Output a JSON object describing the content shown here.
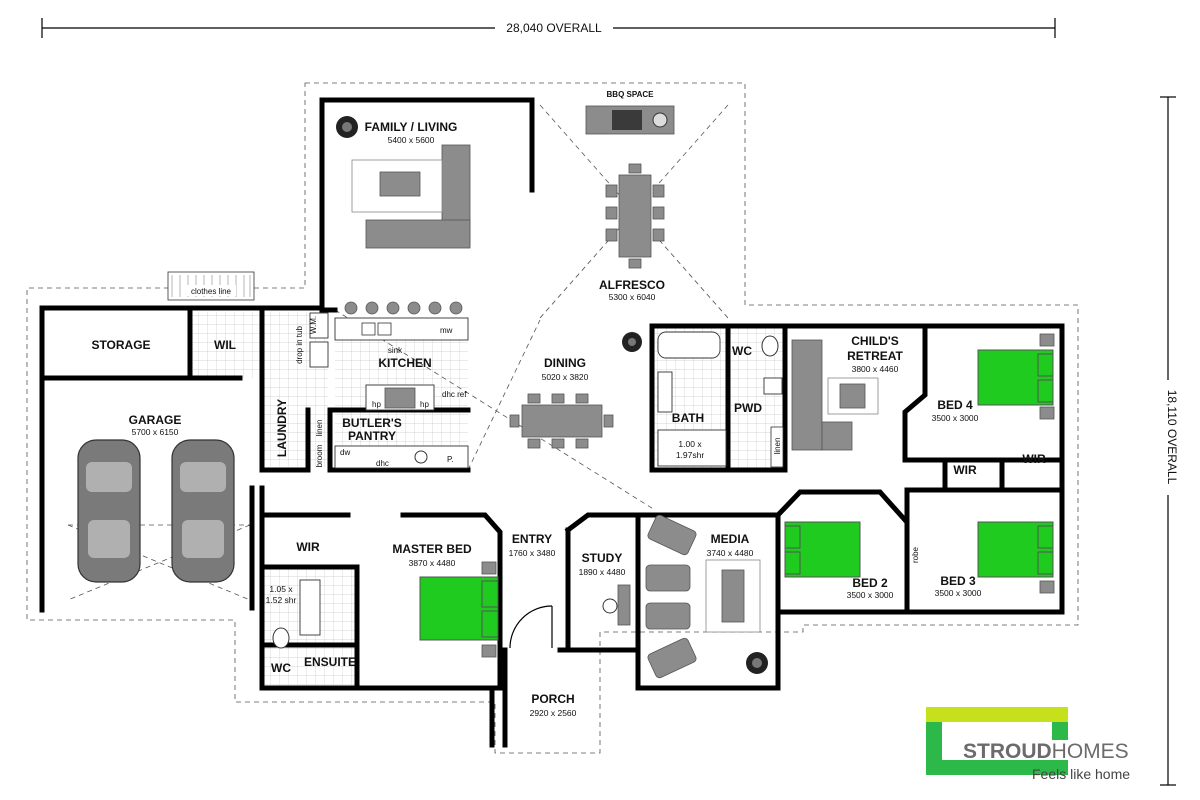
{
  "dimensions": {
    "overall_width": "28,040 OVERALL",
    "overall_depth": "18,110 OVERALL"
  },
  "rooms": {
    "family": {
      "name": "FAMILY / LIVING",
      "size": "5400 x 5600"
    },
    "alfresco": {
      "name": "ALFRESCO",
      "size": "5300 x 6040"
    },
    "bbq": {
      "name": "BBQ SPACE"
    },
    "storage": {
      "name": "STORAGE"
    },
    "wil": {
      "name": "WIL"
    },
    "garage": {
      "name": "GARAGE",
      "size": "5700 x 6150"
    },
    "laundry": {
      "name": "LAUNDRY"
    },
    "kitchen": {
      "name": "KITCHEN"
    },
    "pantry": {
      "name_line1": "BUTLER'S",
      "name_line2": "PANTRY"
    },
    "dining": {
      "name": "DINING",
      "size": "5020 x 3820"
    },
    "bath": {
      "name": "BATH",
      "shower_line1": "1.00 x",
      "shower_line2": "1.97shr"
    },
    "wc_main": {
      "name": "WC"
    },
    "pwd": {
      "name": "PWD"
    },
    "childs_retreat": {
      "name_line1": "CHILD'S",
      "name_line2": "RETREAT",
      "size": "3800 x 4460"
    },
    "bed4": {
      "name": "BED 4",
      "size": "3500 x 3000"
    },
    "wir_bed4": {
      "name": "WIR"
    },
    "wir_bed3": {
      "name": "WIR"
    },
    "bed2": {
      "name": "BED 2",
      "size": "3500 x 3000"
    },
    "bed3": {
      "name": "BED 3",
      "size": "3500 x 3000"
    },
    "robe": {
      "name": "robe"
    },
    "master": {
      "name": "MASTER BED",
      "size": "3870 x 4480"
    },
    "wir_master": {
      "name": "WIR"
    },
    "ensuite": {
      "name": "ENSUITE",
      "shower_line1": "1.05 x",
      "shower_line2": "1.52 shr"
    },
    "wc_ensuite": {
      "name": "WC"
    },
    "entry": {
      "name": "ENTRY",
      "size": "1760 x 3480"
    },
    "study": {
      "name": "STUDY",
      "size": "1890 x 4480"
    },
    "media": {
      "name": "MEDIA",
      "size": "3740 x 4480"
    },
    "porch": {
      "name": "PORCH",
      "size": "2920 x 2560"
    }
  },
  "fixtures": {
    "clothes_line": "clothes line",
    "sink": "sink",
    "mw": "mw",
    "dhc_ref": "dhc ref",
    "wm": "W.M.",
    "drop_in_tub": "drop in tub",
    "linen_laundry": "linen",
    "broom": "broom",
    "dw": "dw",
    "dhc": "dhc",
    "p": "P.",
    "linen_bath": "linen",
    "hp_left": "hp",
    "hp_right": "hp"
  },
  "brand": {
    "name_bold": "STROUD",
    "name_rest": "HOMES",
    "tagline": "Feels like home",
    "colors": {
      "green": "#2db84a",
      "lime": "#c6e01c",
      "gray": "#6b6b6b"
    }
  }
}
